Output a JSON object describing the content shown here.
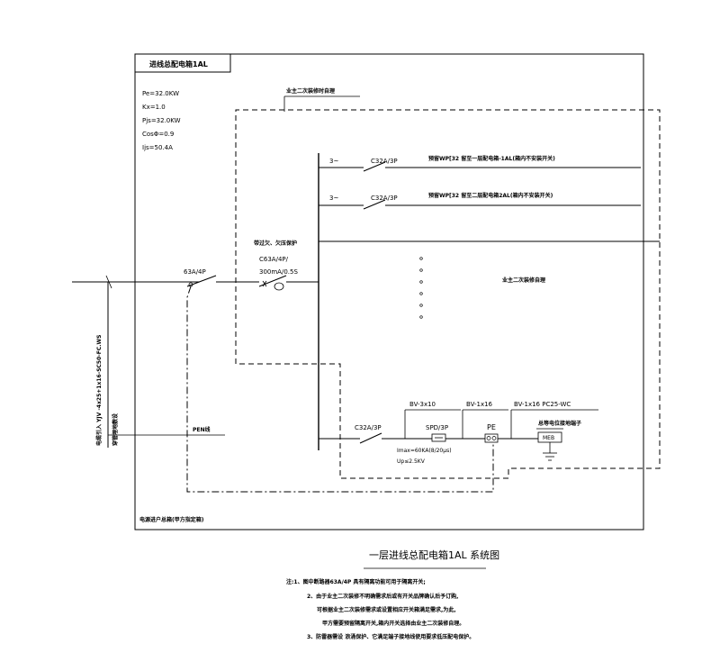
{
  "board_title": "进线总配电箱1AL",
  "params": [
    "Pe=32.0KW",
    "Kx=1.0",
    "Pjs=32.0KW",
    "CosΦ=0.9",
    "Ijs=50.4A"
  ],
  "reserved_note_top": "业主二次装修时自理",
  "reserved_note_mid": "业主二次装修自理",
  "branch1": {
    "phase": "3~",
    "breaker": "C32A/3P",
    "desc": "预留WP[32 留至一层配电箱-1AL(箱内不安装开关)"
  },
  "branch2": {
    "phase": "3~",
    "breaker": "C32A/3P",
    "desc": "预留WP[32 留至二层配电箱2AL(箱内不安装开关)"
  },
  "main_breaker": "63A/4P",
  "rcd_label": "带过欠、欠压保护",
  "rcd_rating": [
    "C63A/4P/",
    "300mA/0.5S"
  ],
  "incoming_cable": "电缆引入 YJV -4x25+1x16-SC50-FC.WS",
  "incoming_note": "穿管埋地敷设",
  "pen_label": "PEN线",
  "spd_branch": {
    "breaker": "C32A/3P",
    "cable1": "BV-3x10",
    "cable2": "BV-1x16",
    "cable3": "BV-1x16 PC25-WC",
    "spd": "SPD/3P",
    "pe": "PE",
    "imax": "Imax=60KA(8/20μs)",
    "up": "Up≤2.5KV",
    "meb_label": "总等电位接地端子",
    "meb_box": "MEB"
  },
  "box_bottom_note": "电源进户总箱(甲方指定箱)",
  "diagram_title": "一层进线总配电箱1AL 系统图",
  "notes": [
    "注:1、图中断路器63A/4P 具有隔离功能可用于隔离开关;",
    "2、由于业主二次装修不明确需求后或有开关品牌确认后予订购,",
    "可根据业主二次装修需求或设置相应开关箱满足需求,为此,",
    "甲方需要预留隔离开关,箱内开关选择由业主二次装修自理。",
    "3、防雷器需设 浪涌保护、它满足端子接地线使用要求低压配电保护。"
  ]
}
